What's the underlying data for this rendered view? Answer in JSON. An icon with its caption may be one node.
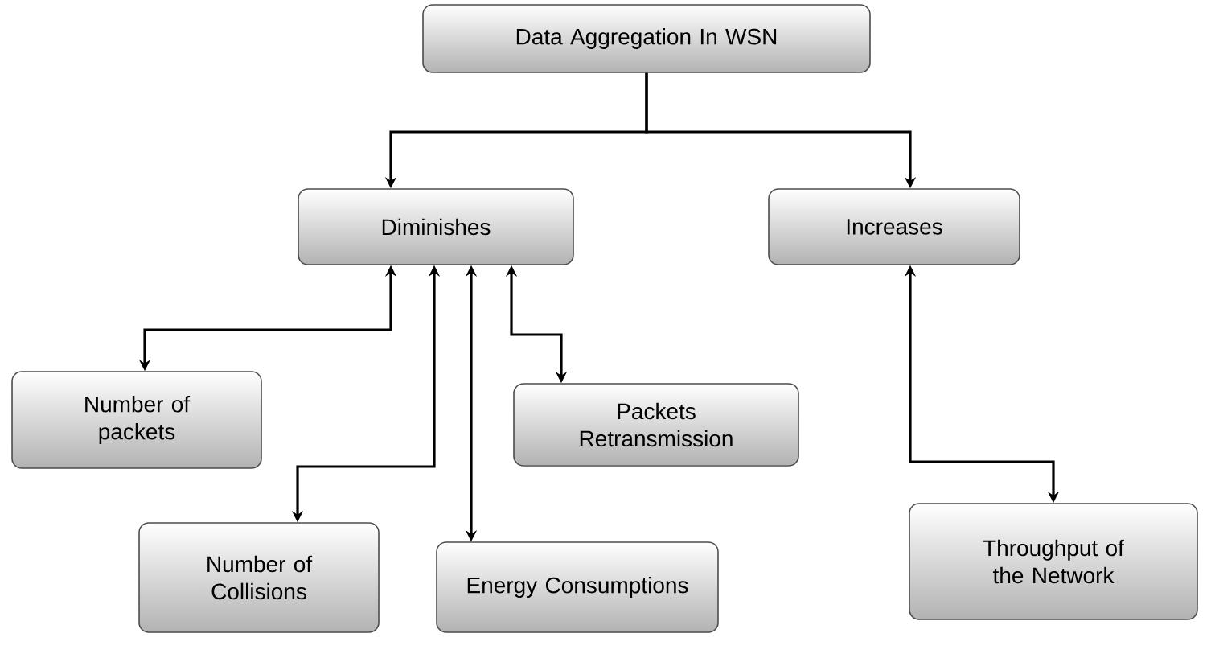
{
  "diagram": {
    "nodes": [
      {
        "text": [
          "Data Aggregation In WSN"
        ]
      },
      {
        "text": [
          "Diminishes"
        ]
      },
      {
        "text": [
          "Increases"
        ]
      },
      {
        "text": [
          "Number of packets"
        ]
      },
      {
        "text": [
          "Packets Retransmission"
        ]
      },
      {
        "text": [
          "Number of Collisions"
        ]
      },
      {
        "text": [
          "Energy Consumptions"
        ]
      },
      {
        "text": [
          "Throughput of the Network"
        ]
      }
    ],
    "edges": [
      {
        "from": 0,
        "to": 1,
        "arrow": "to"
      },
      {
        "from": 0,
        "to": 2,
        "arrow": "to"
      },
      {
        "from": 1,
        "to": 3,
        "arrow": "both"
      },
      {
        "from": 1,
        "to": 5,
        "arrow": "both"
      },
      {
        "from": 1,
        "to": 6,
        "arrow": "both"
      },
      {
        "from": 1,
        "to": 4,
        "arrow": "both"
      },
      {
        "from": 2,
        "to": 7,
        "arrow": "both"
      }
    ]
  }
}
